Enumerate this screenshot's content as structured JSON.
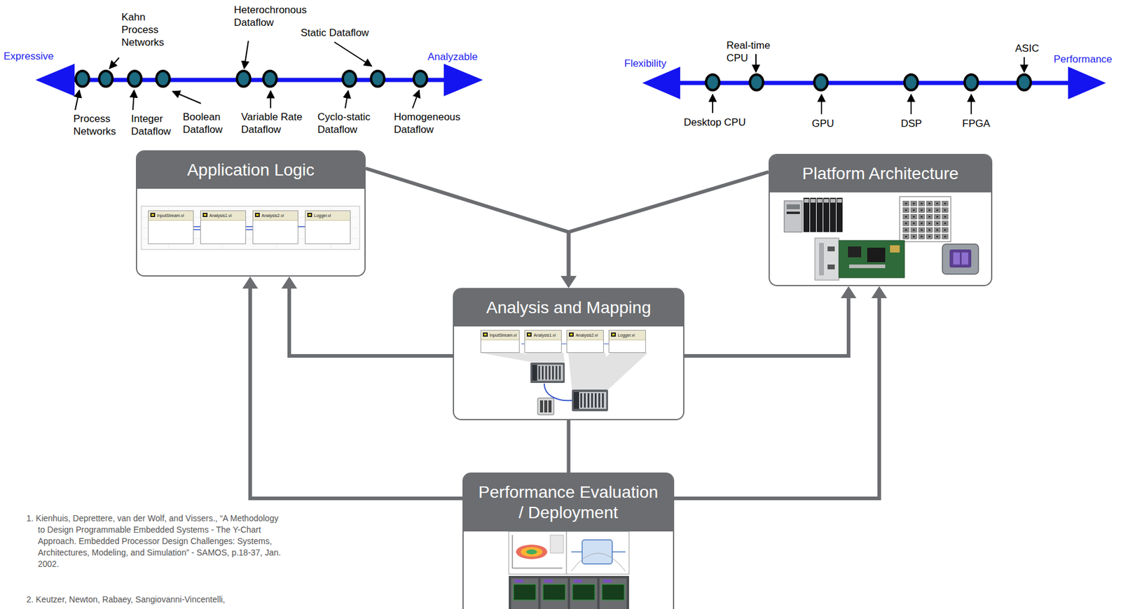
{
  "diagram": {
    "nodes": [
      {
        "text": [
          "Application Logic"
        ]
      },
      {
        "text": [
          "InputStream.vi"
        ],
        "in": 0
      },
      {
        "text": [
          "Analysis1.vi"
        ],
        "in": 0
      },
      {
        "text": [
          "Analysis2.vi"
        ],
        "in": 0
      },
      {
        "text": [
          "Logger.vi"
        ],
        "in": 0
      },
      {
        "text": [
          "Platform Architecture"
        ]
      },
      {
        "text": [
          "Analysis and Mapping"
        ]
      },
      {
        "text": [
          "InputStream.vi"
        ],
        "in": 6
      },
      {
        "text": [
          "Analysis1.vi"
        ],
        "in": 6
      },
      {
        "text": [
          "Analysis2.vi"
        ],
        "in": 6
      },
      {
        "text": [
          "Logger.vi"
        ],
        "in": 6
      },
      {
        "text": [
          "Performance Evaluation / Deployment"
        ]
      }
    ],
    "edges": [
      {
        "from": 0,
        "to": 6,
        "arrow": "to"
      },
      {
        "from": 5,
        "to": 6,
        "arrow": "to"
      },
      {
        "from": 6,
        "to": 0,
        "arrow": "to"
      },
      {
        "from": 6,
        "to": 5,
        "arrow": "to"
      },
      {
        "from": 6,
        "to": 11,
        "arrow": "none"
      },
      {
        "from": 11,
        "to": 0,
        "arrow": "to"
      },
      {
        "from": 11,
        "to": 5,
        "arrow": "to"
      }
    ],
    "labels": [
      "Expressive",
      "Kahn Process Networks",
      "Heterochronous Dataflow",
      "Static Dataflow",
      "Analyzable",
      "Process Networks",
      "Integer Dataflow",
      "Boolean Dataflow",
      "Variable Rate Dataflow",
      "Cyclo-static Dataflow",
      "Homogeneous Dataflow",
      "Flexibility",
      "Real-time CPU",
      "ASIC",
      "Performance",
      "Desktop CPU",
      "GPU",
      "DSP",
      "FPGA",
      "1. Kienhuis, Deprettere, van der Wolf, and Vissers., “A Methodology to Design Programmable Embedded Systems - The Y-Chart Approach. Embedded Processor Design Challenges: Systems, Architectures, Modeling, and Simulation” - SAMOS, p.18-37, Jan. 2002.",
      "2. Keutzer, Newton, Rabaey, Sangiovanni-Vincentelli,"
    ]
  }
}
